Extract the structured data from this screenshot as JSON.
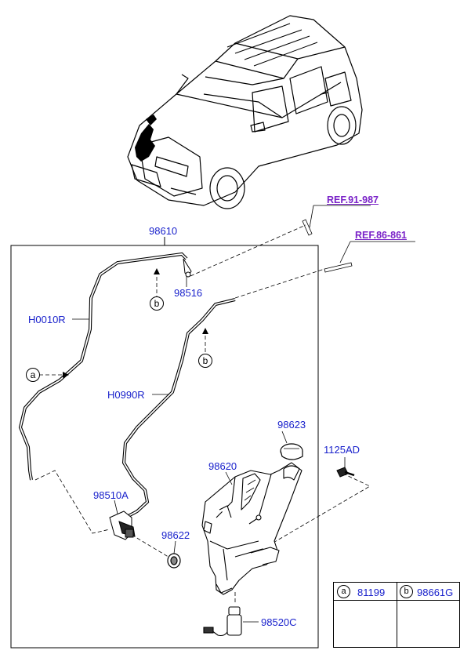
{
  "parts": {
    "main_assembly": "98610",
    "hose_front": "H0010R",
    "hose_rear": "H0990R",
    "rear_nozzle": "98516",
    "reservoir": "98620",
    "reservoir_cap": "98623",
    "pump_front": "98510A",
    "grommet": "98622",
    "pump_rear": "98520C",
    "bolt": "1125AD"
  },
  "references": {
    "ref1": "REF.91-987",
    "ref2": "REF.86-861"
  },
  "callouts": {
    "a": "a",
    "b": "b"
  },
  "legend": {
    "a_letter": "a",
    "a_part": "81199",
    "b_letter": "b",
    "b_part": "98661G"
  },
  "colors": {
    "part_label": "#1a22cc",
    "reference_label": "#7a22c8",
    "line": "#000000"
  }
}
